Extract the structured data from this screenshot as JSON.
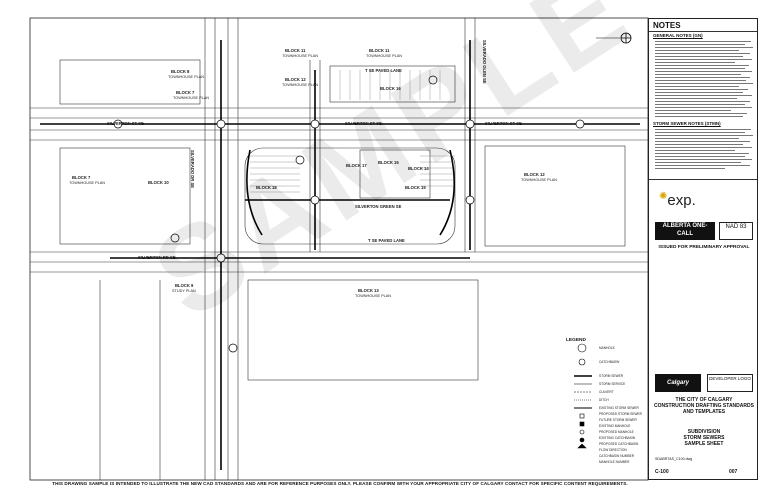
{
  "watermark": "SAMPLE",
  "footer": "THIS DRAWING SAMPLE IS INTENDED TO ILLUSTRATE THE NEW CAD STANDARDS AND ARE FOR REFERENCE PURPOSES ONLY.  PLEASE CONFIRM WITH YOUR APPROPRIATE CITY OF CALGARY CONTACT FOR SPECIFIC CONTENT REQUIREMENTS.",
  "title_block": {
    "notes_title": "NOTES",
    "general_notes_heading": "GENERAL NOTES (GN)",
    "storm_notes_heading": "STORM SEWER NOTES (STMN)",
    "consultant_logo": "exp.",
    "alberta_one_call": "ALBERTA ONE-CALL",
    "nad": "NAD 83",
    "issued": "ISSUED FOR PRELIMINARY APPROVAL",
    "calgary_logo": "Calgary",
    "developer": "DEVELOPER LOGO",
    "city_lines": [
      "THE CITY OF CALGARY",
      "CONSTRUCTION DRAFTING STANDARDS",
      "AND TEMPLATES"
    ],
    "sheet_lines": [
      "SUBDIVISION",
      "STORM SEWERS",
      "SAMPLE SHEET"
    ],
    "file_name": "SDABRTAS_C100.dwg",
    "drawing_no": "C-100",
    "revision": "007"
  },
  "plan": {
    "blocks": [
      {
        "name": "BLOCK 8",
        "sub": "TOWNHOUSE PLAN"
      },
      {
        "name": "BLOCK 7",
        "sub": "TOWNHOUSE PLAN"
      },
      {
        "name": "BLOCK 11",
        "sub": "TOWNHOUSE PLAN"
      },
      {
        "name": "BLOCK 11",
        "sub": "TOWNHOUSE PLAN"
      },
      {
        "name": "BLOCK 12",
        "sub": "TOWNHOUSE PLAN"
      },
      {
        "name": "BLOCK 10",
        "sub": ""
      },
      {
        "name": "BLOCK 7",
        "sub": "TOWNHOUSE PLAN"
      },
      {
        "name": "BLOCK 12",
        "sub": "TOWNHOUSE PLAN"
      },
      {
        "name": "BLOCK 9",
        "sub": "STUDY PLAN"
      },
      {
        "name": "BLOCK 13",
        "sub": "TOWNHOUSE PLAN"
      },
      {
        "name": "BLOCK 16",
        "sub": ""
      },
      {
        "name": "BLOCK 17",
        "sub": ""
      },
      {
        "name": "BLOCK 15",
        "sub": ""
      },
      {
        "name": "BLOCK 14",
        "sub": ""
      },
      {
        "name": "BLOCK 18",
        "sub": ""
      },
      {
        "name": "BLOCK 19",
        "sub": ""
      }
    ],
    "streets": [
      "SILVERTON ST SE",
      "SILVERTON ST SE",
      "SILVERTON ST SE",
      "SILVERTON RD SE",
      "SILVERTON GREEN SE",
      "T SE PAVED LANE",
      "T SE PAVED LANE",
      "SILVERADO DR SE",
      "SILVERADO GLEN SE"
    ]
  },
  "legend": {
    "title": "LEGEND",
    "items": [
      "MANHOLE",
      "CATCHBASIN",
      "STORM SEWER",
      "STORM SERVICE",
      "CULVERT",
      "DITCH",
      "EXISTING STORM SEWER",
      "PROPOSED STORM SEWER",
      "FUTURE STORM SEWER",
      "EXISTING MANHOLE",
      "PROPOSED MANHOLE",
      "EXISTING CATCHBASIN",
      "PROPOSED CATCHBASIN",
      "FLOW DIRECTION",
      "CATCHBASIN NUMBER",
      "MANHOLE NUMBER"
    ]
  }
}
